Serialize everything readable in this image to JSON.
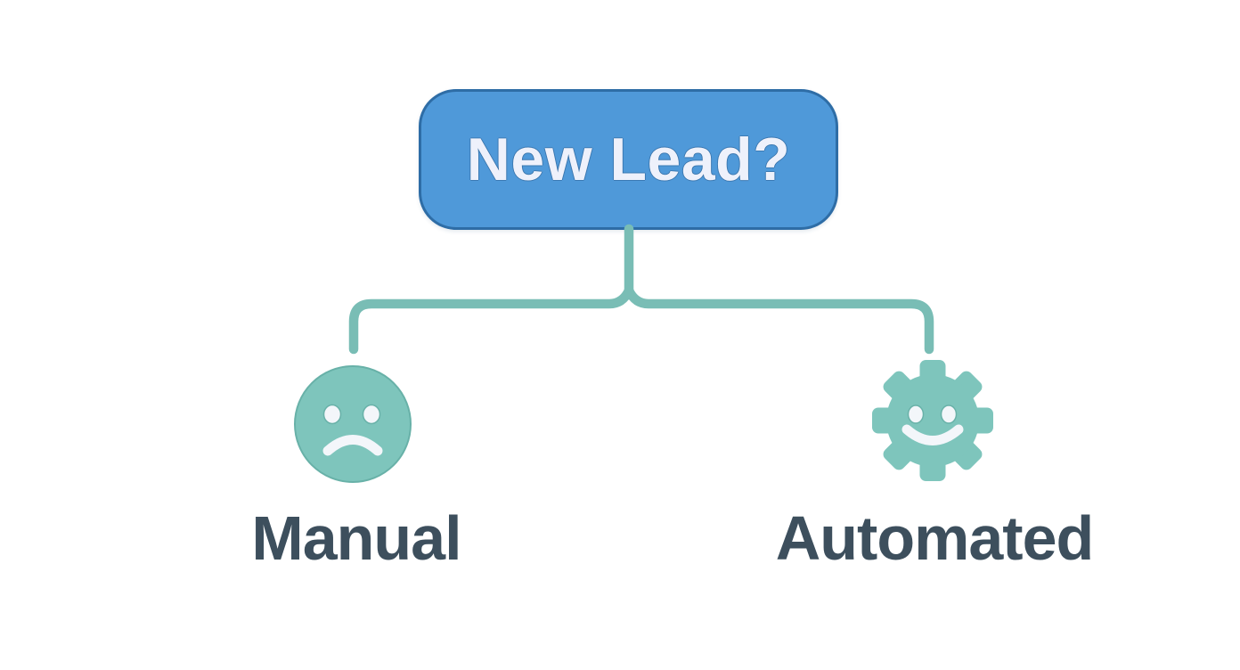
{
  "diagram": {
    "title_node": {
      "label": "New Lead?"
    },
    "branches": [
      {
        "label": "Manual",
        "icon": "sad-face-icon"
      },
      {
        "label": "Automated",
        "icon": "gear-smiley-icon"
      }
    ]
  },
  "colors": {
    "node_fill": "#4f99d9",
    "node_border": "#2e6da6",
    "node_text": "#eef1fb",
    "connector": "#79bdb5",
    "icon_fill": "#7ec5bc",
    "icon_feature": "#f3f6fa",
    "icon_outline": "#68b1a8",
    "label_color": "#3d4f5d"
  }
}
